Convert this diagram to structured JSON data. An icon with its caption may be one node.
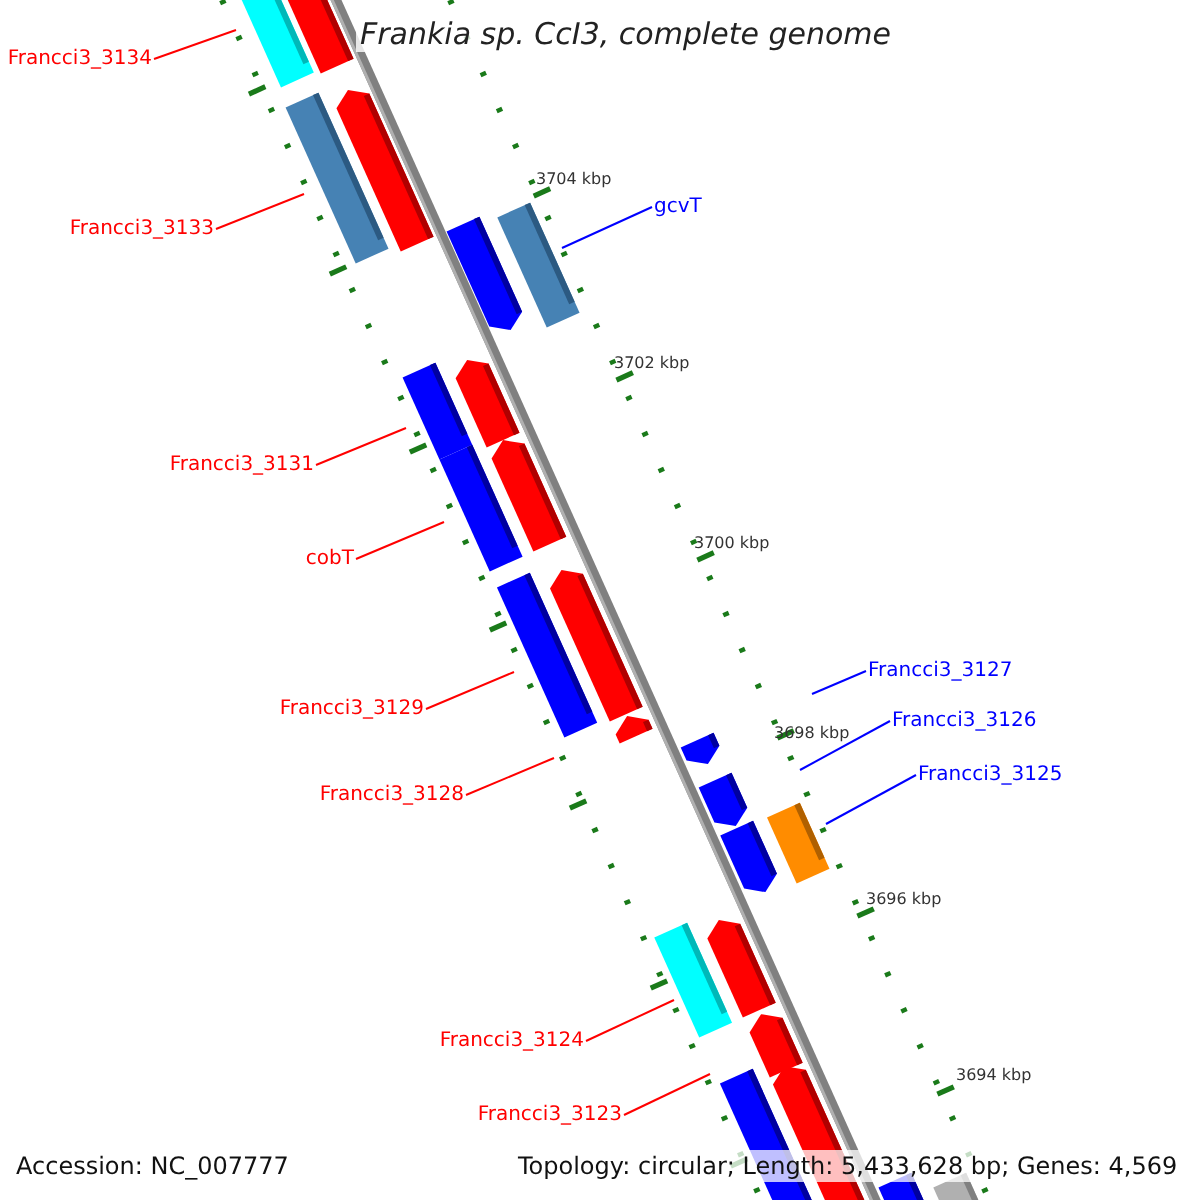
{
  "diagram": {
    "title": "Frankia sp. CcI3, complete genome",
    "nodes": [
      {
        "text": [
          "Francci3_3134"
        ]
      },
      {
        "text": [
          "Francci3_3133"
        ]
      },
      {
        "text": [
          "gcvT"
        ]
      },
      {
        "text": [
          "Francci3_3131"
        ]
      },
      {
        "text": [
          "cobT"
        ]
      },
      {
        "text": [
          "Francci3_3127"
        ]
      },
      {
        "text": [
          "Francci3_3129"
        ]
      },
      {
        "text": [
          "Francci3_3126"
        ]
      },
      {
        "text": [
          "Francci3_3125"
        ]
      },
      {
        "text": [
          "Francci3_3128"
        ]
      },
      {
        "text": [
          "Francci3_3124"
        ]
      },
      {
        "text": [
          "Francci3_3123"
        ]
      }
    ],
    "edges": [
      {
        "from": 0,
        "to": null,
        "arrow": "none"
      },
      {
        "from": 1,
        "to": null,
        "arrow": "none"
      },
      {
        "from": 2,
        "to": null,
        "arrow": "none",
        "color": "#0000ff"
      },
      {
        "from": 3,
        "to": null,
        "arrow": "none"
      },
      {
        "from": 4,
        "to": null,
        "arrow": "none"
      },
      {
        "from": 5,
        "to": null,
        "arrow": "none",
        "color": "#0000ff"
      },
      {
        "from": 6,
        "to": null,
        "arrow": "none"
      },
      {
        "from": 7,
        "to": null,
        "arrow": "none",
        "color": "#0000ff"
      },
      {
        "from": 8,
        "to": null,
        "arrow": "none",
        "color": "#0000ff"
      },
      {
        "from": 9,
        "to": null,
        "arrow": "none"
      },
      {
        "from": 10,
        "to": null,
        "arrow": "none"
      },
      {
        "from": 11,
        "to": null,
        "arrow": "none"
      }
    ],
    "labels": [
      "3704 kbp",
      "3702 kbp",
      "3700 kbp",
      "3698 kbp",
      "3696 kbp",
      "3694 kbp",
      "Accession: NC_007777",
      "Topology: circular; Length: 5,433,628 bp; Genes: 4,569"
    ]
  }
}
